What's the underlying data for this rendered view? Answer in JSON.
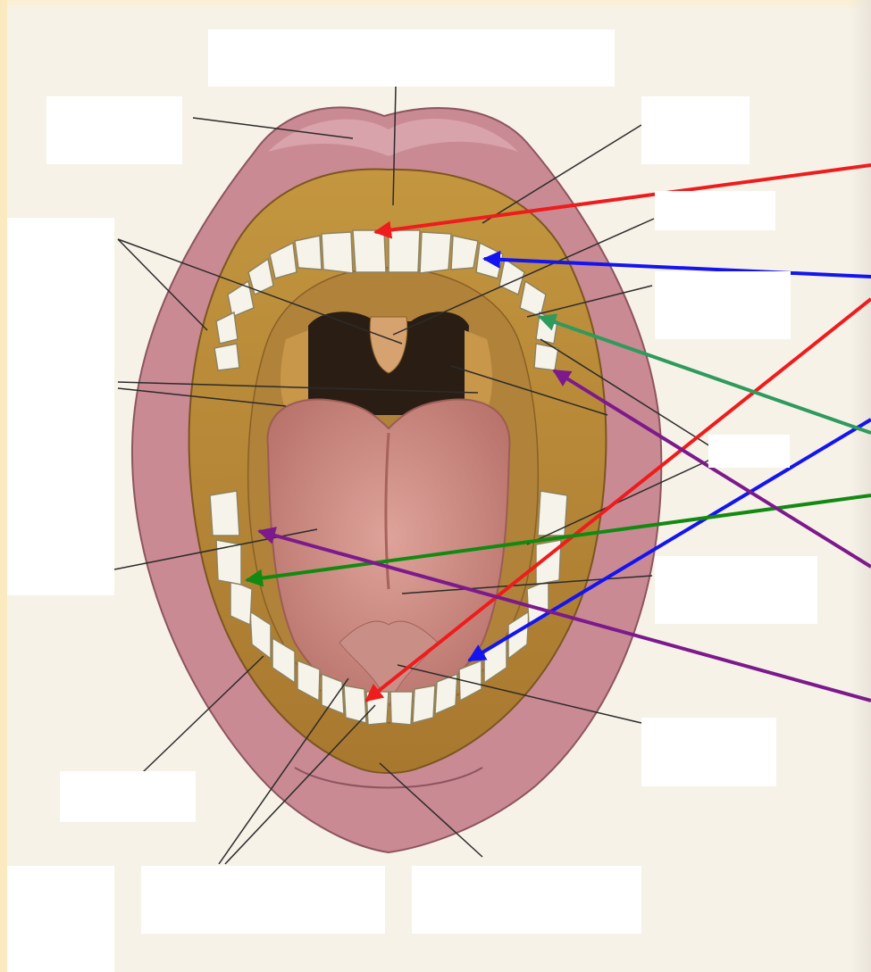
{
  "diagram": {
    "label_boxes": [
      {
        "id": "top-center",
        "text": ""
      },
      {
        "id": "upper-lip",
        "text": ""
      },
      {
        "id": "right-top",
        "text": ""
      },
      {
        "id": "right-2",
        "text": ""
      },
      {
        "id": "right-3",
        "text": ""
      },
      {
        "id": "left-tall",
        "text": ""
      },
      {
        "id": "right-4",
        "text": ""
      },
      {
        "id": "right-5",
        "text": ""
      },
      {
        "id": "right-6",
        "text": ""
      },
      {
        "id": "bottom-left",
        "text": ""
      },
      {
        "id": "bottom-corner",
        "text": ""
      },
      {
        "id": "bottom-mid",
        "text": ""
      },
      {
        "id": "bottom-right",
        "text": ""
      }
    ],
    "arrow_colors": {
      "red": "#ee1c1c",
      "blue": "#1414f0",
      "teal_green": "#2e9a5c",
      "green": "#128a12",
      "purple": "#7c1a8c"
    },
    "colors": {
      "lip": "#c98a93",
      "gum": "#b98a3e",
      "tongue": "#cf9087",
      "tooth": "#f6f4ea",
      "throat": "#2a1e14"
    }
  }
}
